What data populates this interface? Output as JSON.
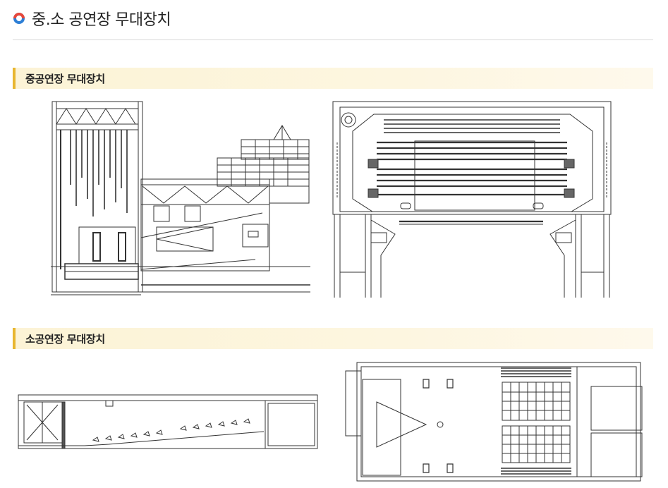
{
  "page": {
    "title": "중.소 공연장 무대장치",
    "accent_colors": {
      "icon_red": "#e8473a",
      "icon_blue": "#2d7fd6",
      "bar_accent": "#e8b62f",
      "bar_bg": "#fcf3d6"
    }
  },
  "sections": [
    {
      "label": "중공연장 무대장치",
      "drawings": [
        {
          "kind": "section-drawing",
          "labels": [
            "",
            "",
            ""
          ]
        },
        {
          "kind": "plan-drawing",
          "labels": [
            "",
            ""
          ]
        }
      ]
    },
    {
      "label": "소공연장 무대장치",
      "drawings": [
        {
          "kind": "section-drawing",
          "labels": [
            "",
            ""
          ]
        },
        {
          "kind": "plan-drawing",
          "labels": [
            "",
            "",
            ""
          ]
        }
      ]
    }
  ]
}
